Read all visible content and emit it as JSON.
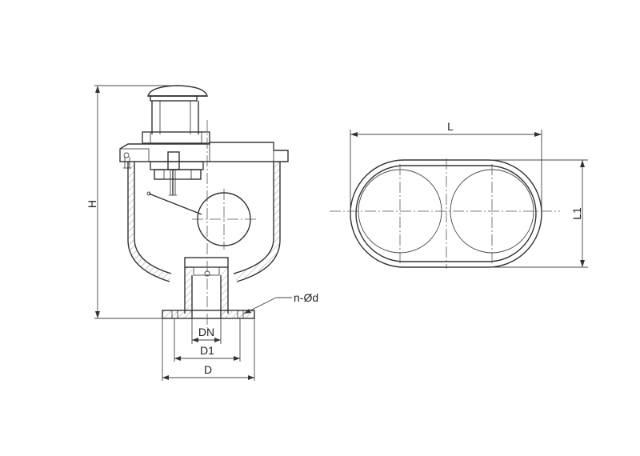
{
  "labels": {
    "height": "H",
    "nominal_diameter": "DN",
    "bolt_circle_diameter": "D1",
    "flange_diameter": "D",
    "bolt_holes": "n-Ød",
    "length": "L",
    "width": "L1"
  }
}
